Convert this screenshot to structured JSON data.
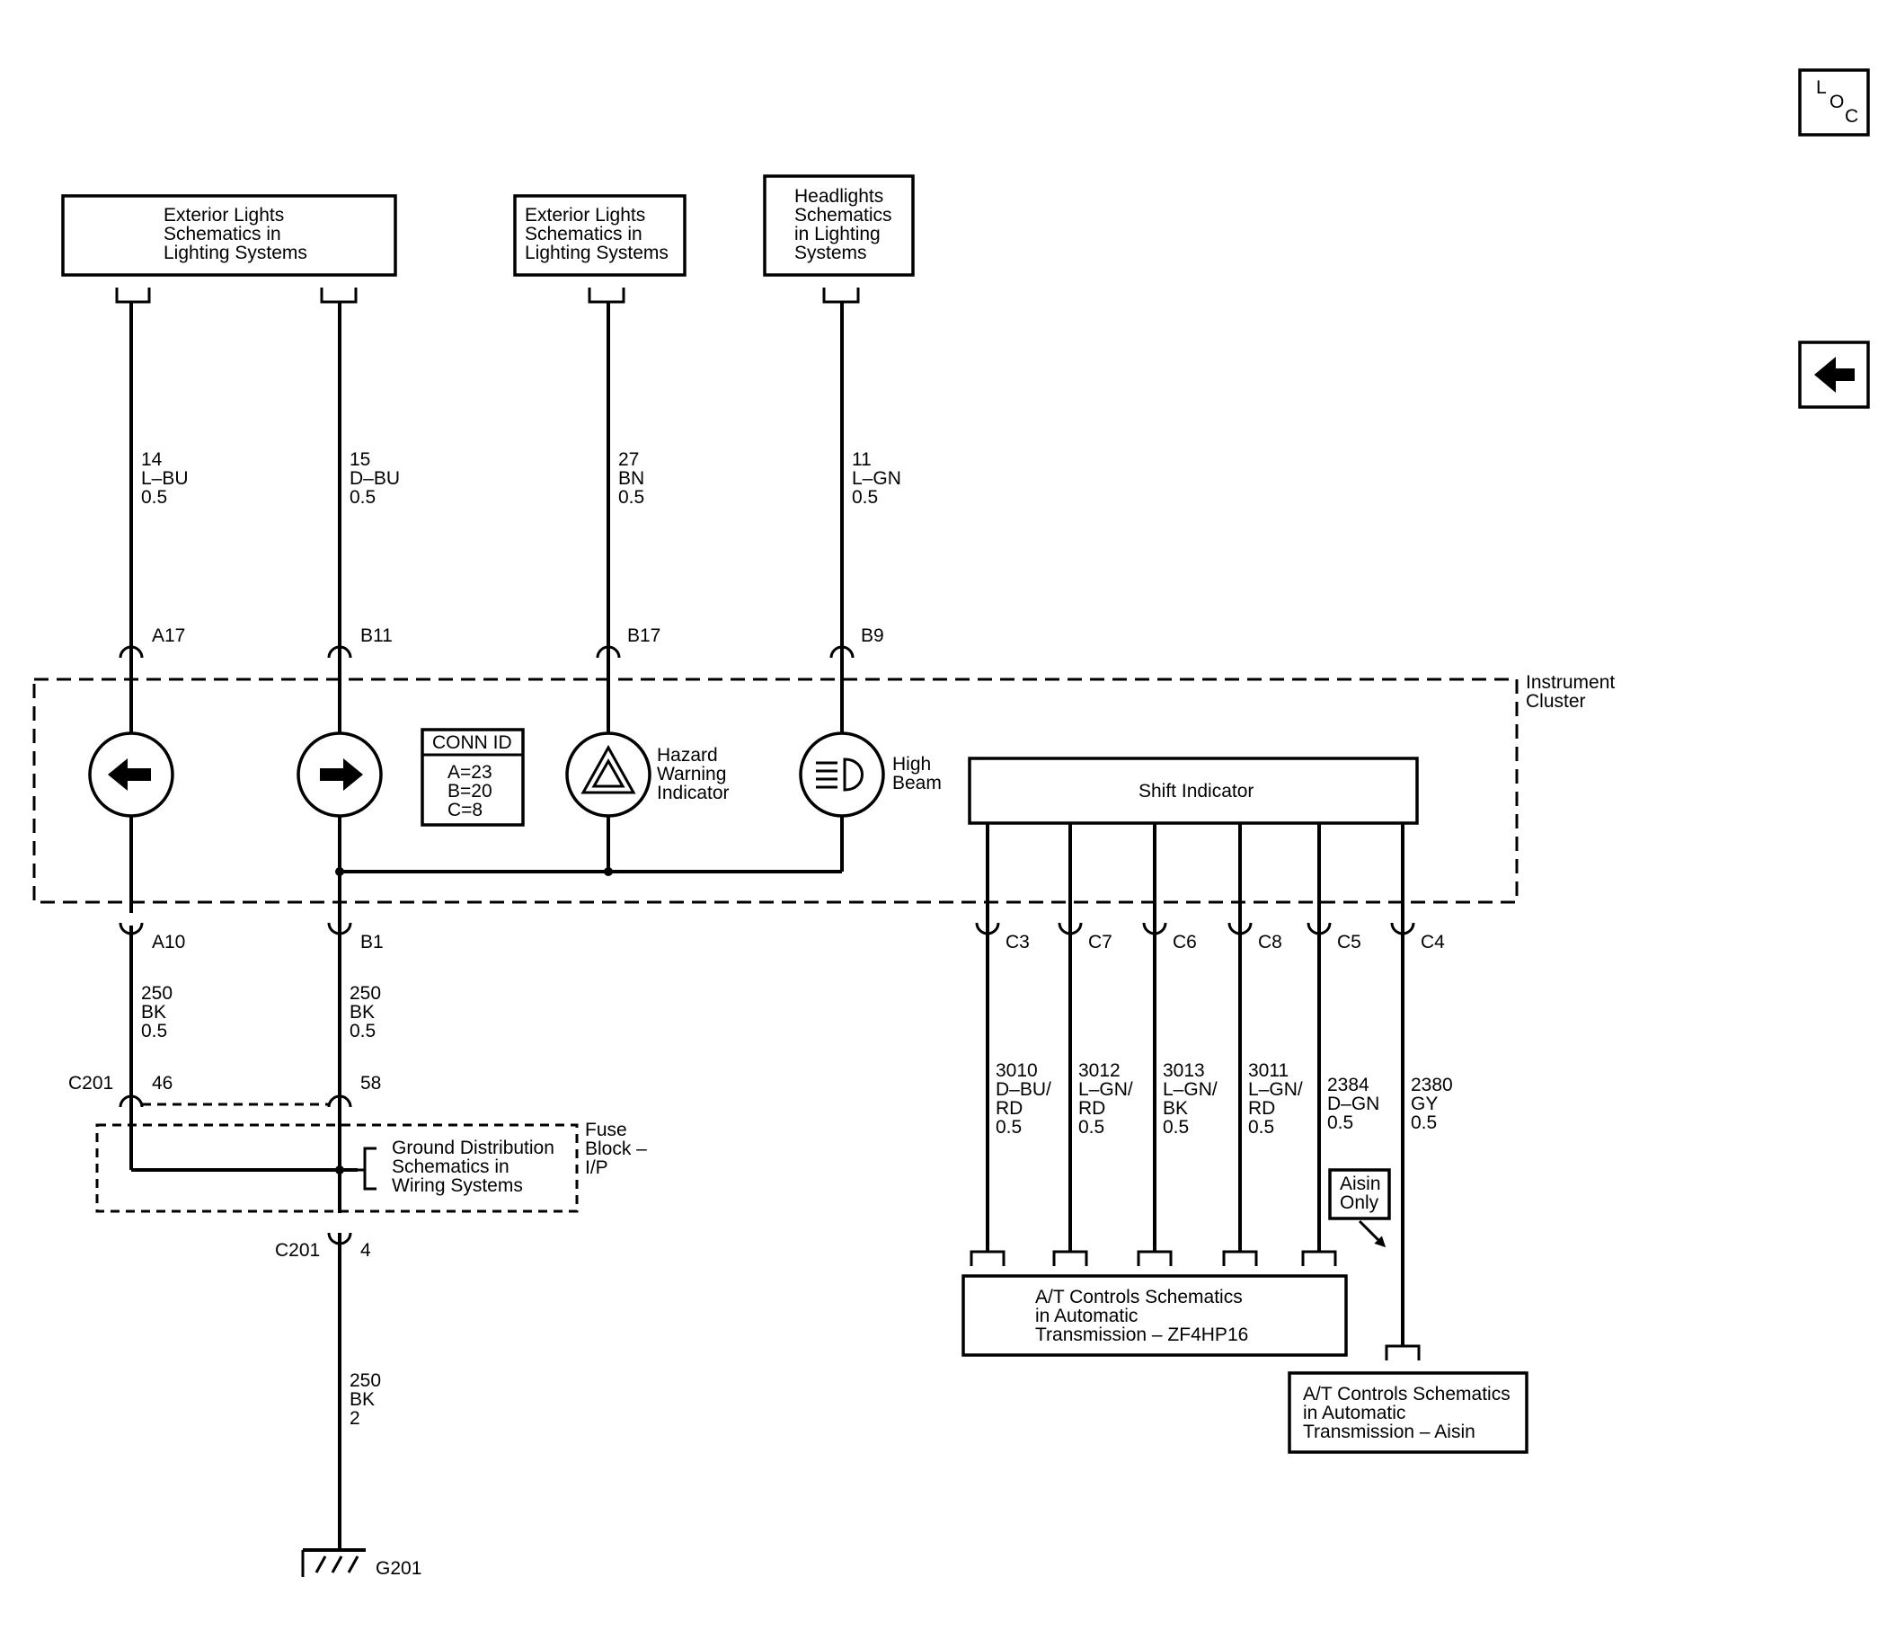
{
  "nav": {
    "loc": {
      "l": "L",
      "o": "O",
      "c": "C",
      "icon": "location-icon"
    },
    "back": {
      "icon": "arrow-left-icon"
    }
  },
  "sources": [
    {
      "lines": [
        "Exterior Lights",
        "Schematics in",
        "Lighting Systems"
      ]
    },
    {
      "lines": [
        "Exterior Lights",
        "Schematics in",
        "Lighting Systems"
      ]
    },
    {
      "lines": [
        "Headlights",
        "Schematics",
        "in Lighting",
        "Systems"
      ]
    }
  ],
  "upper_wires": [
    {
      "circuit": "14",
      "color": "L–BU",
      "size": "0.5",
      "pin": "A17"
    },
    {
      "circuit": "15",
      "color": "D–BU",
      "size": "0.5",
      "pin": "B11"
    },
    {
      "circuit": "27",
      "color": "BN",
      "size": "0.5",
      "pin": "B17"
    },
    {
      "circuit": "11",
      "color": "L–GN",
      "size": "0.5",
      "pin": "B9"
    }
  ],
  "cluster": {
    "label": [
      "Instrument",
      "Cluster"
    ],
    "conn_id": {
      "title": "CONN ID",
      "lines": [
        "A=23",
        "B=20",
        "C=8"
      ]
    },
    "hazard_label": [
      "Hazard",
      "Warning",
      "Indicator"
    ],
    "highbeam_label": [
      "High",
      "Beam"
    ],
    "shift_indicator": "Shift Indicator",
    "icons": [
      "left-turn-signal-icon",
      "right-turn-signal-icon",
      "hazard-warning-icon",
      "high-beam-icon"
    ]
  },
  "lower_wires": [
    {
      "pin": "A10",
      "circuit": "250",
      "color": "BK",
      "size": "0.5",
      "c201_pin": "46"
    },
    {
      "pin": "B1",
      "circuit": "250",
      "color": "BK",
      "size": "0.5",
      "c201_pin": "58"
    }
  ],
  "c201_label": "C201",
  "fuse_block": {
    "label": [
      "Fuse",
      "Block –",
      "I/P"
    ],
    "ground_ref": [
      "Ground Distribution",
      "Schematics in",
      "Wiring Systems"
    ]
  },
  "ground_wire": {
    "connector": "C201",
    "pin": "4",
    "circuit": "250",
    "color": "BK",
    "size": "2",
    "ground": "G201"
  },
  "shift_wires": [
    {
      "pin": "C3",
      "circuit": "3010",
      "color1": "D–BU/",
      "color2": "RD",
      "size": "0.5"
    },
    {
      "pin": "C7",
      "circuit": "3012",
      "color1": "L–GN/",
      "color2": "RD",
      "size": "0.5"
    },
    {
      "pin": "C6",
      "circuit": "3013",
      "color1": "L–GN/",
      "color2": "BK",
      "size": "0.5"
    },
    {
      "pin": "C8",
      "circuit": "3011",
      "color1": "L–GN/",
      "color2": "RD",
      "size": "0.5"
    },
    {
      "pin": "C5",
      "circuit": "2384",
      "color1": "D–GN",
      "color2": "",
      "size": "0.5"
    },
    {
      "pin": "C4",
      "circuit": "2380",
      "color1": "GY",
      "color2": "",
      "size": "0.5"
    }
  ],
  "aisin_only": [
    "Aisin",
    "Only"
  ],
  "at_zf": [
    "A/T Controls Schematics",
    "in Automatic",
    "Transmission – ZF4HP16"
  ],
  "at_aisin": [
    "A/T Controls Schematics",
    "in Automatic",
    "Transmission – Aisin"
  ]
}
